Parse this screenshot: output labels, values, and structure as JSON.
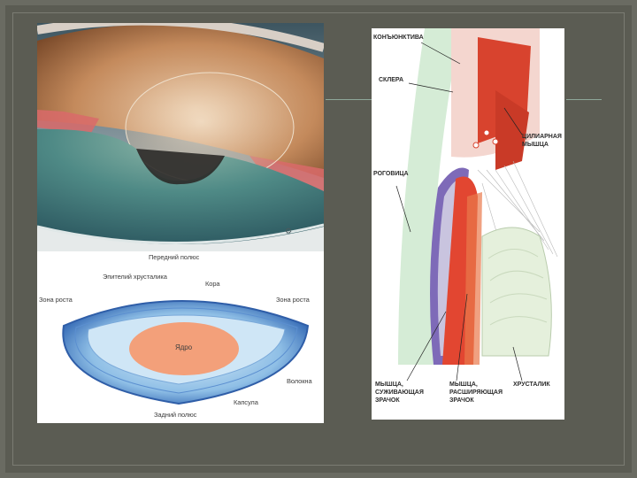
{
  "lens_diagram": {
    "anterior_pole": "Передний полюс",
    "epithelium": "Эпителий хрусталика",
    "cortex": "Кора",
    "growth_zone_left": "Зона роста",
    "growth_zone_right": "Зона роста",
    "nucleus": "Ядро",
    "fibers": "Волокна",
    "capsule": "Капсула",
    "posterior_pole": "Задний полюс"
  },
  "anatomy_diagram": {
    "conjunctiva": "КОНЪЮНКТИВА",
    "sclera": "СКЛЕРА",
    "ciliary_muscle_line1": "ЦИЛИАРНАЯ",
    "ciliary_muscle_line2": "МЫШЦА",
    "cornea": "РОГОВИЦА",
    "sphincter_line1": "МЫШЦА,",
    "sphincter_line2": "СУЖИВАЮЩАЯ",
    "sphincter_line3": "ЗРАЧОК",
    "dilator_line1": "МЫШЦА,",
    "dilator_line2": "РАСШИРЯЮЩАЯ",
    "dilator_line3": "ЗРАЧОК",
    "lens": "ХРУСТАЛИК"
  },
  "colors": {
    "background": "#5b5c53",
    "iris": "#4f8a86",
    "lens_outer": "#4a7cc4",
    "lens_nucleus": "#f3a07a",
    "muscle": "#d8432e",
    "cornea": "#cfe9d6"
  }
}
